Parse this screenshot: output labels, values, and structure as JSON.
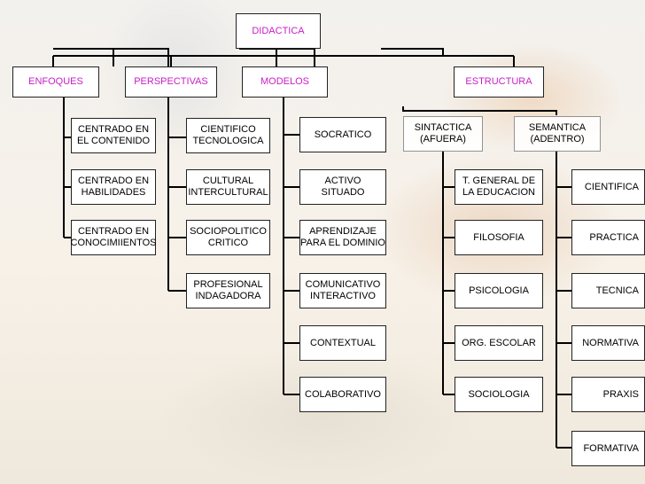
{
  "nodes": {
    "didactica": "DIDACTICA",
    "enfoques": "ENFOQUES",
    "perspectivas": "PERSPECTIVAS",
    "modelos": "MODELOS",
    "estructura": "ESTRUCTURA",
    "enfoques_items": [
      [
        "CENTRADO EN",
        "EL CONTENIDO"
      ],
      [
        "CENTRADO EN",
        "HABILIDADES"
      ],
      [
        "CENTRADO EN",
        "CONOCIMIIENTOS"
      ]
    ],
    "perspectivas_items": [
      [
        "CIENTIFICO",
        "TECNOLOGICA"
      ],
      [
        "CULTURAL",
        "INTERCULTURAL"
      ],
      [
        "SOCIOPOLITICO",
        "CRITICO"
      ],
      [
        "PROFESIONAL",
        "INDAGADORA"
      ]
    ],
    "modelos_items": [
      [
        "SOCRATICO"
      ],
      [
        "ACTIVO",
        "SITUADO"
      ],
      [
        "APRENDIZAJE",
        "PARA EL DOMINIO"
      ],
      [
        "COMUNICATIVO",
        "INTERACTIVO"
      ],
      [
        "CONTEXTUAL"
      ],
      [
        "COLABORATIVO"
      ]
    ],
    "sintactica": [
      "SINTACTICA",
      "(AFUERA)"
    ],
    "semantica": [
      "SEMANTICA",
      "(ADENTRO)"
    ],
    "sintactica_items": [
      [
        "T. GENERAL DE",
        "LA EDUCACION"
      ],
      [
        "FILOSOFIA"
      ],
      [
        "PSICOLOGIA"
      ],
      [
        "ORG. ESCOLAR"
      ],
      [
        "SOCIOLOGIA"
      ]
    ],
    "semantica_items": [
      [
        "CIENTIFICA"
      ],
      [
        "PRACTICA"
      ],
      [
        "TECNICA"
      ],
      [
        "NORMATIVA"
      ],
      [
        "PRAXIS"
      ],
      [
        "FORMATIVA"
      ]
    ]
  },
  "colors": {
    "category_text": "#c71ec7",
    "item_text": "#000000",
    "line": "#000000"
  }
}
